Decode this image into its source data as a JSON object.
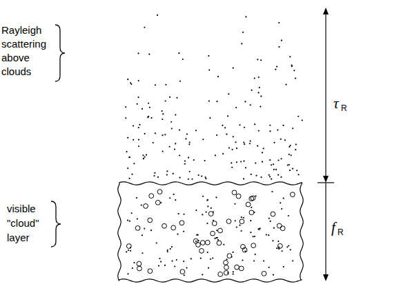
{
  "diagram": {
    "labels": [
      "Rayleigh scattering above clouds",
      "visible \"cloud\" layer",
      "τ",
      "R",
      "f",
      "R"
    ]
  }
}
